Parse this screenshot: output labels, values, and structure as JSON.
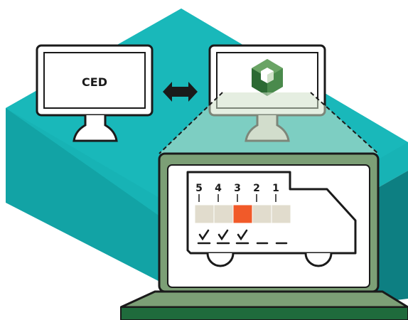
{
  "left_monitor": {
    "label": "CED"
  },
  "arrow": {
    "kind": "bidirectional-arrow"
  },
  "right_monitor": {
    "logo": "hexagon-cube-logo"
  },
  "truck_panel": {
    "slot_numbers": [
      "5",
      "4",
      "3",
      "2",
      "1"
    ],
    "active_slot": "3",
    "slot_status": [
      "check",
      "check",
      "check",
      "empty",
      "empty"
    ]
  },
  "colors": {
    "platform_top": "#17b3b5",
    "platform_left": "#12a3a5",
    "platform_right": "#0d7f82",
    "laptop_body": "#7c9f76",
    "laptop_base": "#1f6b3c",
    "slot_fill": "#e1dccd",
    "slot_active": "#f15a29",
    "logo_green": "#4a8a4c",
    "logo_dark": "#2c6a33"
  }
}
